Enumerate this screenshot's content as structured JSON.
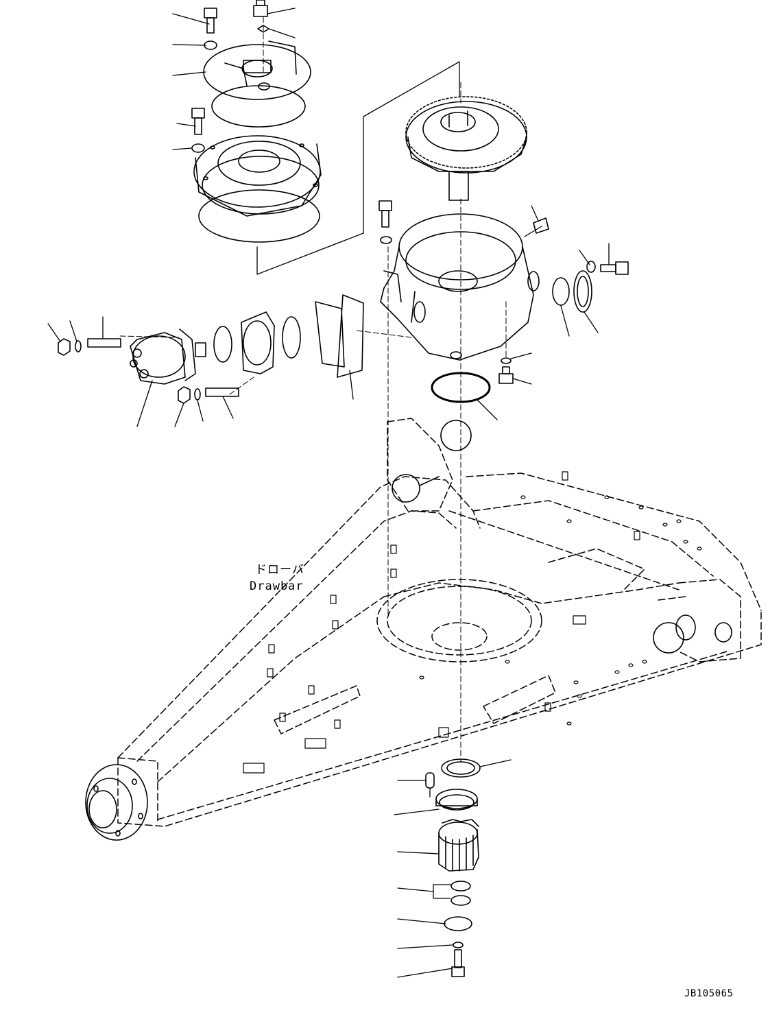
{
  "figure_code": "JB105065",
  "frame_label": {
    "japanese": "ドローバ",
    "english": "Drawbar"
  },
  "colors": {
    "line": "#000000",
    "background": "#ffffff"
  }
}
